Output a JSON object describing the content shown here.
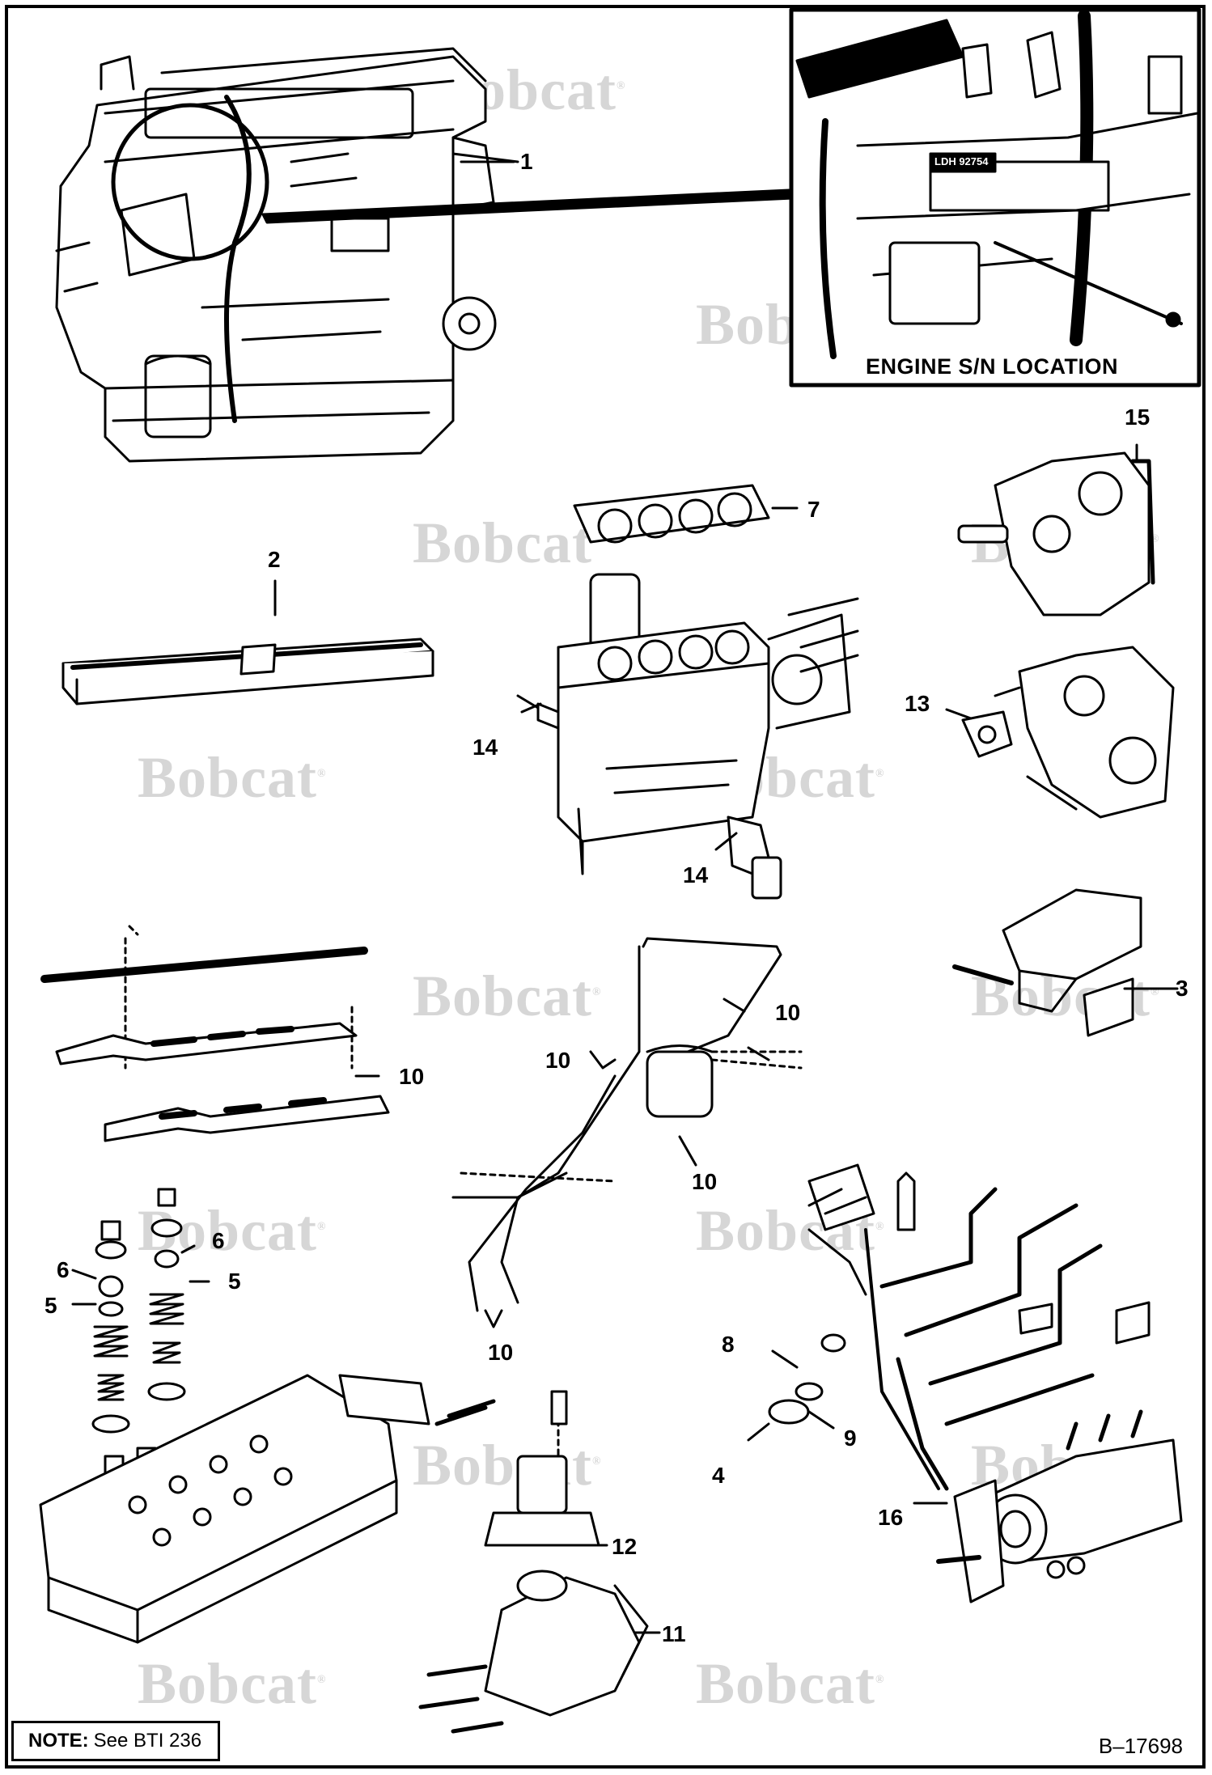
{
  "watermark": {
    "text": "Bobcat",
    "mark": "®"
  },
  "inset": {
    "caption": "ENGINE S/N LOCATION",
    "serial_label": "LDH 92754"
  },
  "callouts": [
    {
      "id": "c1",
      "label": "1"
    },
    {
      "id": "c2",
      "label": "2"
    },
    {
      "id": "c3",
      "label": "3"
    },
    {
      "id": "c4",
      "label": "4"
    },
    {
      "id": "c5a",
      "label": "5"
    },
    {
      "id": "c5b",
      "label": "5"
    },
    {
      "id": "c6a",
      "label": "6"
    },
    {
      "id": "c6b",
      "label": "6"
    },
    {
      "id": "c7",
      "label": "7"
    },
    {
      "id": "c8",
      "label": "8"
    },
    {
      "id": "c9",
      "label": "9"
    },
    {
      "id": "c10a",
      "label": "10"
    },
    {
      "id": "c10b",
      "label": "10"
    },
    {
      "id": "c10c",
      "label": "10"
    },
    {
      "id": "c10d",
      "label": "10"
    },
    {
      "id": "c10e",
      "label": "10"
    },
    {
      "id": "c11",
      "label": "11"
    },
    {
      "id": "c12",
      "label": "12"
    },
    {
      "id": "c13",
      "label": "13"
    },
    {
      "id": "c14a",
      "label": "14"
    },
    {
      "id": "c14b",
      "label": "14"
    },
    {
      "id": "c15",
      "label": "15"
    },
    {
      "id": "c16",
      "label": "16"
    }
  ],
  "note": {
    "prefix": "NOTE:",
    "text": "See BTI 236"
  },
  "figure_id": "B–17698"
}
